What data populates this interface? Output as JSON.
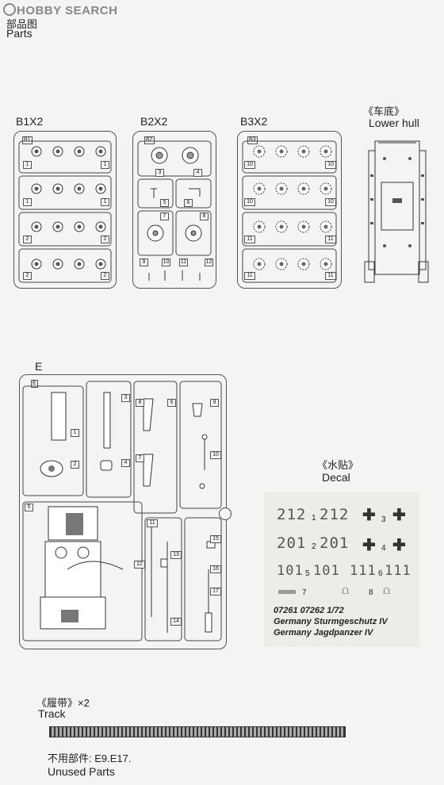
{
  "logo": {
    "text": "HOBBY SEARCH"
  },
  "header": {
    "cn": "部品图",
    "en": "Parts"
  },
  "sprues": {
    "b1": {
      "label": "B1X2",
      "tag": "B1",
      "nums": [
        "1",
        "1",
        "1",
        "1",
        "2",
        "2",
        "2",
        "2"
      ]
    },
    "b2": {
      "label": "B2X2",
      "tag": "B2",
      "nums": [
        "3",
        "4",
        "5",
        "6",
        "7",
        "8",
        "9",
        "10",
        "11",
        "12"
      ]
    },
    "b3": {
      "label": "B3X2",
      "tag": "B3",
      "nums": [
        "10",
        "10",
        "10",
        "10",
        "11",
        "11",
        "11",
        "11"
      ]
    },
    "e": {
      "label": "E",
      "tag": "E",
      "nums": [
        "1",
        "2",
        "3",
        "4",
        "5",
        "6",
        "7",
        "8",
        "9",
        "10",
        "11",
        "12",
        "13",
        "14",
        "15",
        "16",
        "17"
      ]
    }
  },
  "lower_hull": {
    "cn": "《车底》",
    "en": "Lower hull"
  },
  "decal": {
    "cn": "《水贴》",
    "en": "Decal",
    "rows": [
      {
        "a": "212",
        "num": "1",
        "b": "212"
      },
      {
        "a": "201",
        "num": "2",
        "b": "201"
      },
      {
        "a": "101",
        "num": "5",
        "b": "101"
      },
      {
        "a": "111",
        "num": "6",
        "b": "111"
      }
    ],
    "cross_nums": [
      "3",
      "4"
    ],
    "small_nums": [
      "7",
      "8"
    ],
    "captions": [
      "07261 07262 1/72",
      "Germany Sturmgeschutz IV",
      "Germany Jagdpanzer IV"
    ]
  },
  "track": {
    "cn": "《履带》×2",
    "en": "Track"
  },
  "unused": {
    "cn": "不用部件: E9.E17.",
    "en": "Unused Parts"
  }
}
